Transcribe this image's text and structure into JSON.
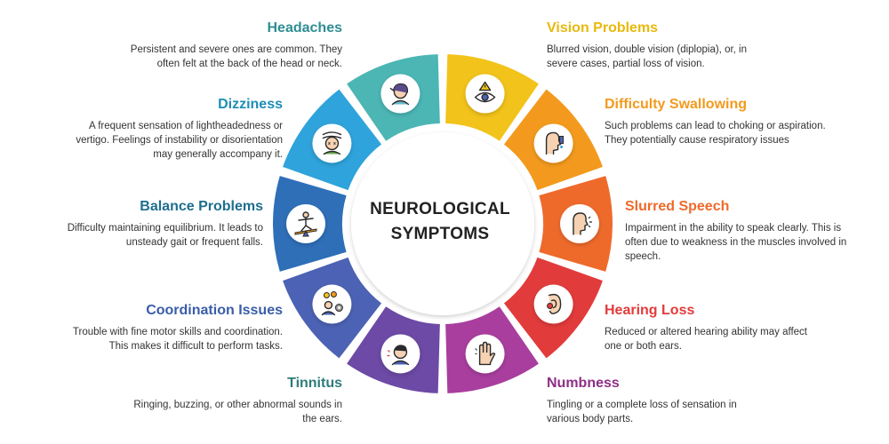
{
  "center": {
    "line1": "NEUROLOGICAL",
    "line2": "SYMPTOMS"
  },
  "symptoms": [
    {
      "title": "Headaches",
      "text": "Persistent and severe ones are common. They often felt at the back of the head or neck.",
      "color": "#4BB6B4",
      "icon": "headache-icon"
    },
    {
      "title": "Vision Problems",
      "text": "Blurred vision, double vision (diplopia), or, in severe cases, partial loss of vision.",
      "color": "#F2C31A",
      "icon": "eye-warning-icon"
    },
    {
      "title": "Difficulty Swallowing",
      "text": "Such problems can lead to choking or aspiration. They potentially cause respiratory issues",
      "color": "#F39A1E",
      "icon": "swallowing-icon"
    },
    {
      "title": "Slurred Speech",
      "text": "Impairment in the ability to speak clearly. This is often due to weakness in the muscles involved in speech.",
      "color": "#EE6A2B",
      "icon": "speech-icon"
    },
    {
      "title": "Hearing Loss",
      "text": "Reduced or altered hearing ability may affect one or both ears.",
      "color": "#E23B3B",
      "icon": "ear-icon"
    },
    {
      "title": "Numbness",
      "text": "Tingling or a complete loss of sensation in various body parts.",
      "color": "#A93E9E",
      "icon": "hand-icon"
    },
    {
      "title": "Tinnitus",
      "text": "Ringing, buzzing, or other abnormal sounds in the ears.",
      "color": "#6C4AA5",
      "icon": "tinnitus-icon"
    },
    {
      "title": "Coordination Issues",
      "text": "Trouble with fine motor skills and coordination. This makes it difficult to perform tasks.",
      "color": "#4C62B4",
      "icon": "coordination-icon"
    },
    {
      "title": "Balance Problems",
      "text": "Difficulty maintaining equilibrium. It leads to unsteady gait or frequent falls.",
      "color": "#2E6FB8",
      "icon": "balance-icon"
    },
    {
      "title": "Dizziness",
      "text": "A frequent sensation of lightheadedness or vertigo. Feelings of instability or disorientation may generally accompany it.",
      "color": "#2FA3DB",
      "icon": "dizziness-icon"
    }
  ]
}
